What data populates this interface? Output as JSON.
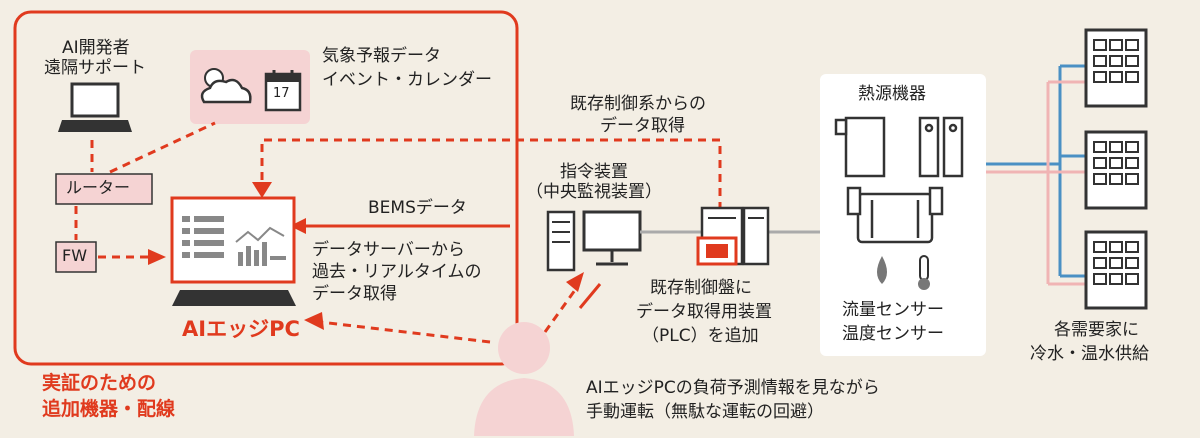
{
  "labels": {
    "ai_dev_remote_line1": "AI開発者",
    "ai_dev_remote_line2": "遠隔サポート",
    "weather_line1": "気象予報データ",
    "weather_line2": "イベント・カレンダー",
    "calendar_day": "17",
    "router": "ルーター",
    "fw": "FW",
    "bems_data": "BEMSデータ",
    "existing_control_line1": "既存制御系からの",
    "existing_control_line2": "データ取得",
    "command_device_line1": "指令装置",
    "command_device_line2": "（中央監視装置）",
    "data_server_line1": "データサーバーから",
    "data_server_line2": "過去・リアルタイムの",
    "data_server_line3": "データ取得",
    "ai_edge_pc": "AIエッジPC",
    "existing_panel_line1": "既存制御盤に",
    "existing_panel_line2": "データ取得用装置",
    "existing_panel_line3": "（PLC）を追加",
    "heat_source": "熱源機器",
    "sensor_line1": "流量センサー",
    "sensor_line2": "温度センサー",
    "demand_line1": "各需要家に",
    "demand_line2": "冷水・温水供給",
    "operator_line1": "AIエッジPCの負荷予測情報を見ながら",
    "operator_line2": "手動運転（無駄な運転の回避）",
    "added_line1": "実証のための",
    "added_line2": "追加機器・配線"
  },
  "colors": {
    "accent_red": "#e03a1e",
    "pink_fill": "#f5d3d3",
    "background": "#f3eee4",
    "blue_pipe": "#4a90c4",
    "pink_pipe": "#f0b4b4"
  }
}
